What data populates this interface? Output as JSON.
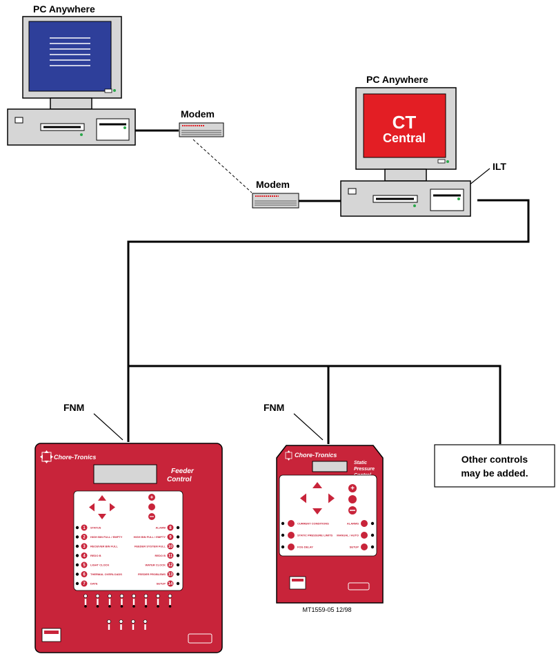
{
  "labels": {
    "pc1": "PC  Anywhere",
    "pc2": "PC  Anywhere",
    "modem1": "Modem",
    "modem2": "Modem",
    "ilt": "ILT",
    "fnm1": "FNM",
    "fnm2": "FNM"
  },
  "screen2": {
    "line1": "CT",
    "line2": "Central"
  },
  "note": {
    "line1": "Other controls",
    "line2": "may be added."
  },
  "feeder_panel": {
    "brand": "Chore-Tronics",
    "title1": "Feeder",
    "title2": "Control",
    "left_items": [
      "STATUS",
      "HIGH BIN FULL / EMPTY",
      "RECEIVER BIN FULL",
      "REDO B",
      "LIGHT CLOCK",
      "THERMAL OVERLOADS",
      "DATE"
    ],
    "right_items": [
      "ALARM",
      "HIGH BIN FULL / EMPTY",
      "FEEDER SYSTEM FULL",
      "REDO B",
      "WATER CLOCK",
      "FEEDER PROBLEMS",
      "SETUP"
    ],
    "numbers_left": [
      "1",
      "2",
      "3",
      "4",
      "5",
      "6",
      "7"
    ],
    "numbers_right": [
      "8",
      "9",
      "10",
      "11",
      "12",
      "13",
      "14"
    ]
  },
  "pressure_panel": {
    "brand": "Chore-Tronics",
    "title1": "Static",
    "title2": "Pressure",
    "title3": "Control",
    "left_items": [
      "CURRENT CONDITIONS",
      "STATIC PRESSURE LIMITS",
      "FOG DELAY"
    ],
    "right_items": [
      "ALARMS",
      "MANUAL / AUTO",
      "SETUP"
    ]
  },
  "part_number": "MT1559-05 12/98",
  "colors": {
    "panel_red": "#c8243a",
    "screen_blue": "#2e3f9a",
    "screen_red": "#e31e24",
    "beige": "#d6d6d6",
    "led_green": "#2aa84a"
  }
}
